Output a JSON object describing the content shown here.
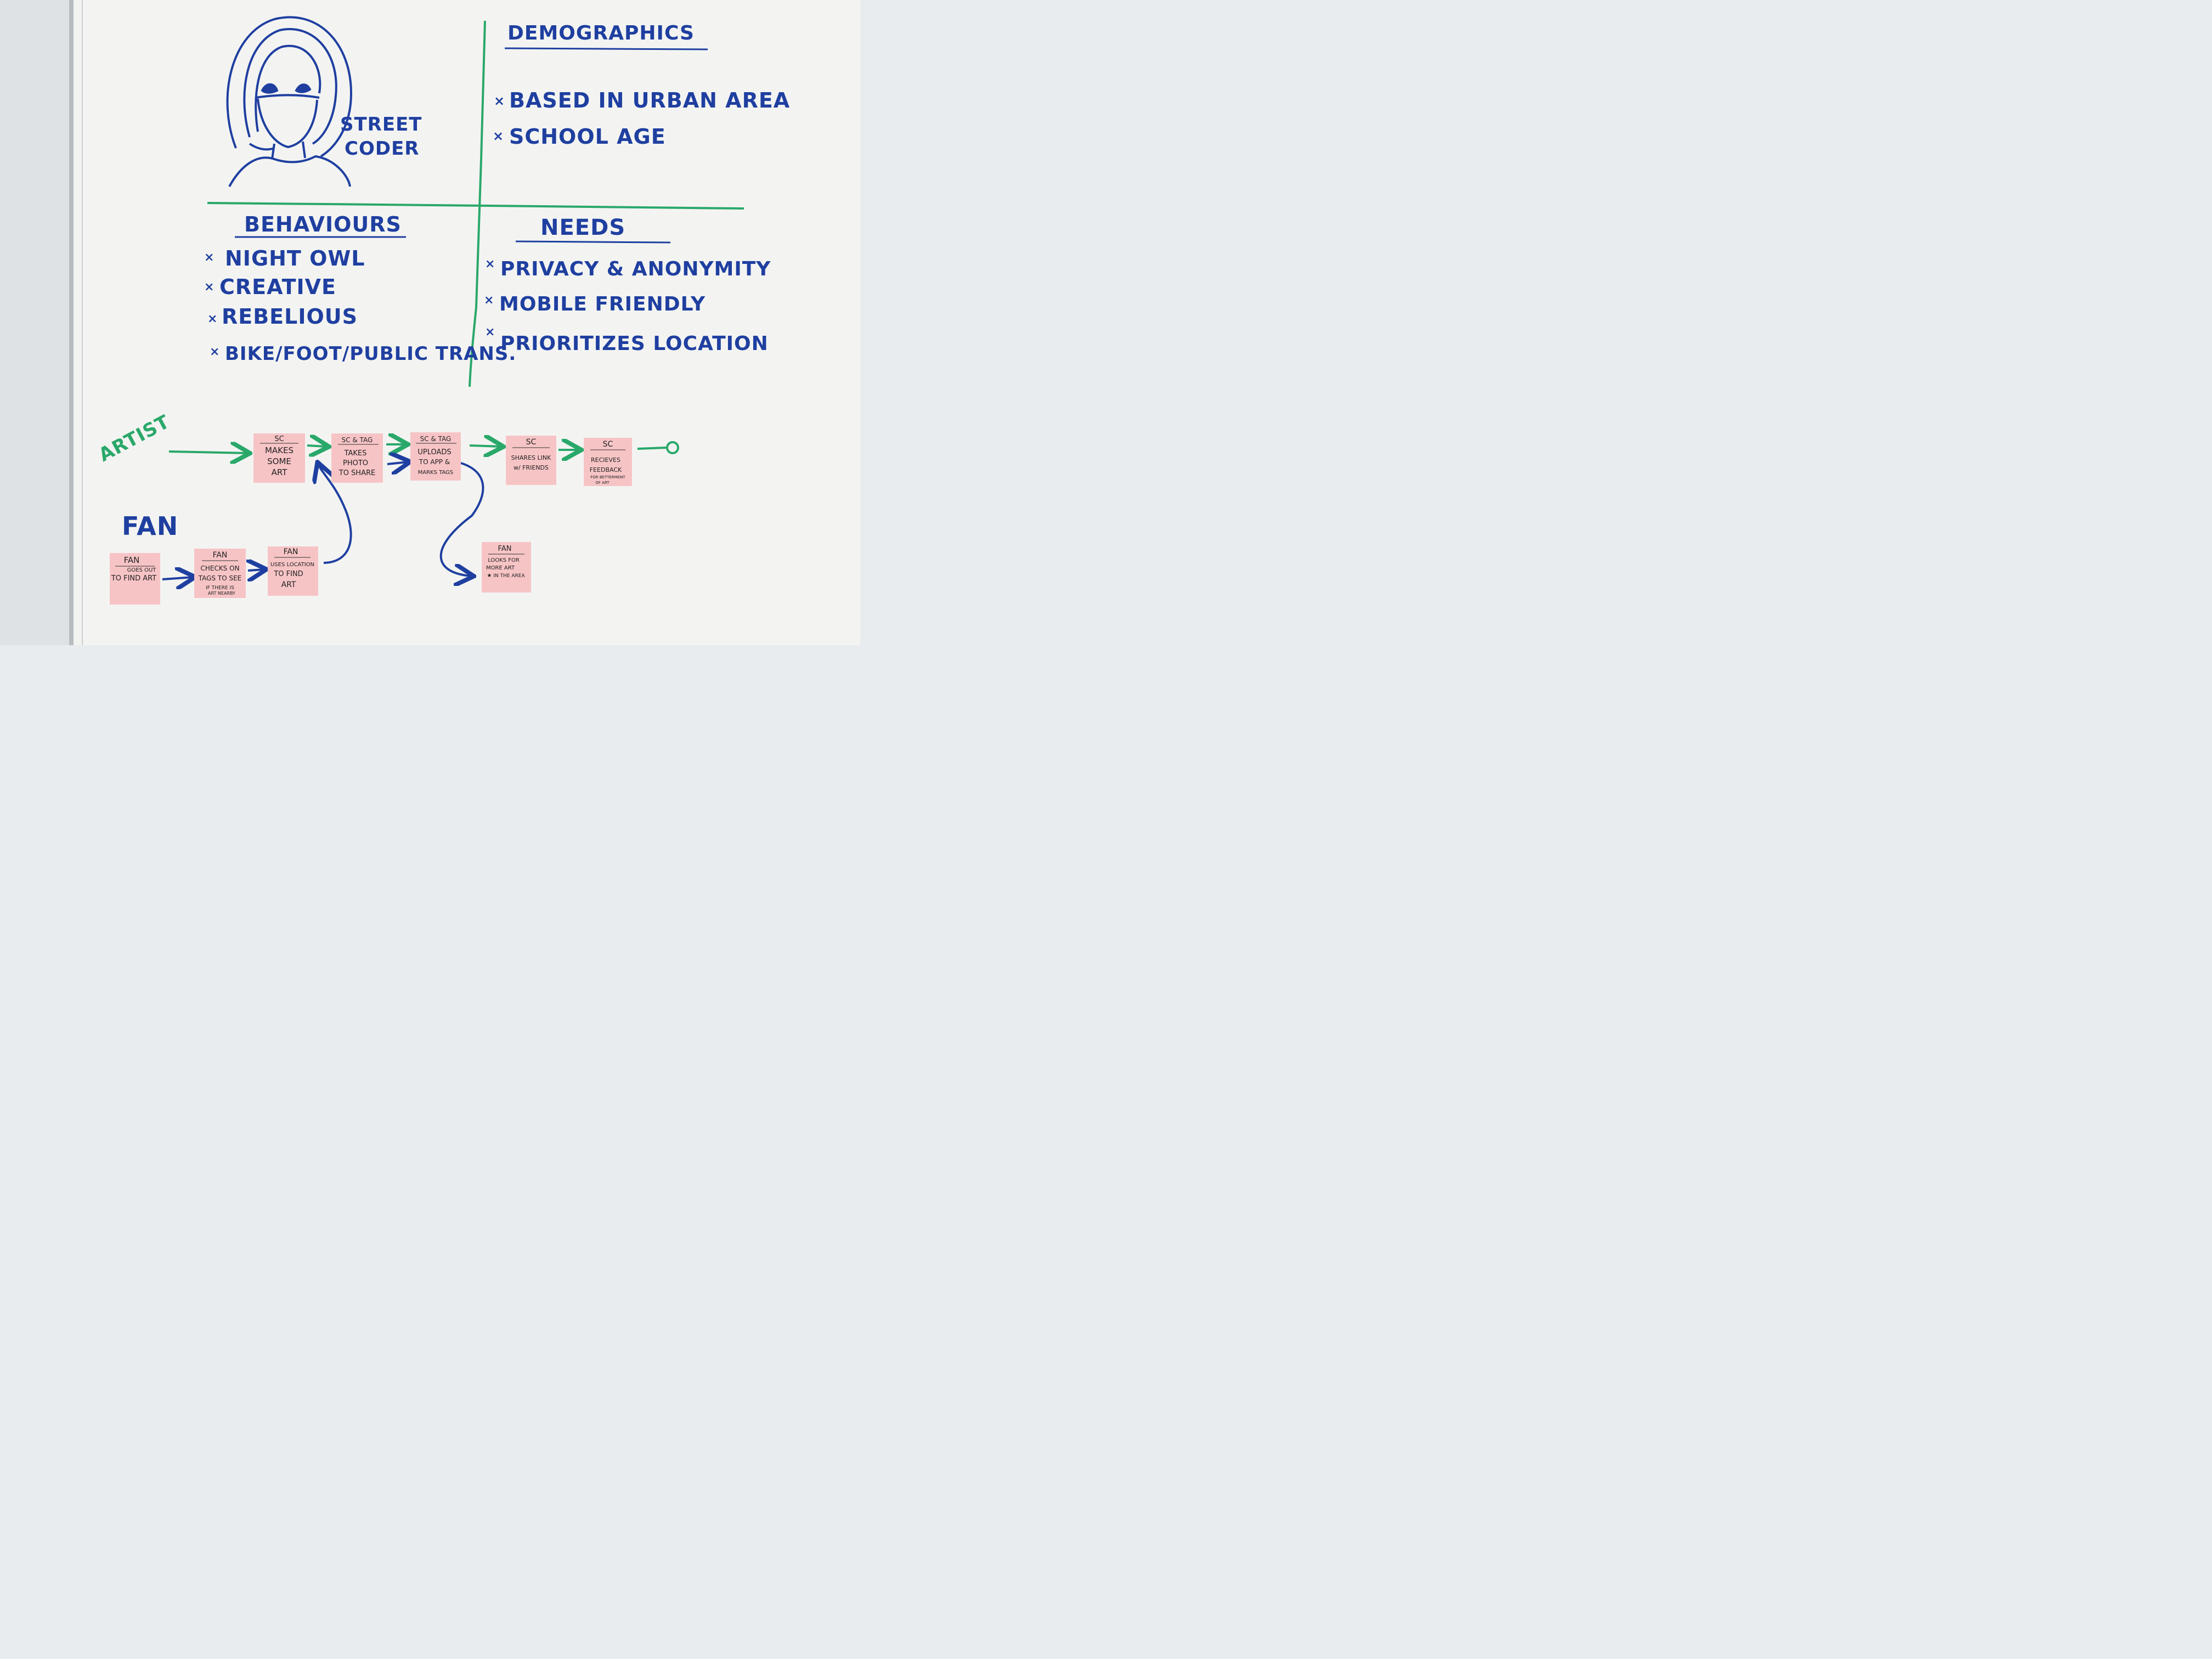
{
  "persona": {
    "name_line1": "STREET",
    "name_line2": "CODER"
  },
  "demographics": {
    "heading": "DEMOGRAPHICS",
    "items": [
      "BASED IN URBAN AREA",
      "SCHOOL AGE"
    ]
  },
  "behaviours": {
    "heading": "BEHAVIOURS",
    "items": [
      "NIGHT OWL",
      "CREATIVE",
      "REBELIOUS",
      "BIKE/FOOT/PUBLIC TRANS."
    ]
  },
  "needs": {
    "heading": "NEEDS",
    "items": [
      "PRIVACY & ANONYMITY",
      "MOBILE FRIENDLY",
      "PRIORITIZES LOCATION"
    ]
  },
  "journey": {
    "artist_label": "ARTIST",
    "fan_label": "FAN",
    "artist_notes": [
      {
        "header": "SC",
        "lines": [
          "MAKES",
          "SOME",
          "ART"
        ]
      },
      {
        "header": "SC & TAG",
        "lines": [
          "TAKES",
          "PHOTO",
          "TO SHARE"
        ]
      },
      {
        "header": "SC & TAG",
        "lines": [
          "UPLOADS",
          "TO APP &",
          "MARKS TAGS"
        ]
      },
      {
        "header": "SC",
        "lines": [
          "SHARES LINK",
          "w/ FRIENDS"
        ]
      },
      {
        "header": "SC",
        "lines": [
          "RECIEVES",
          "FEEDBACK",
          "FOR BETTERMENT",
          "OF ART"
        ]
      }
    ],
    "fan_notes": [
      {
        "header": "FAN",
        "lines": [
          "GOES OUT",
          "TO FIND ART"
        ]
      },
      {
        "header": "FAN",
        "lines": [
          "CHECKS ON",
          "TAGS TO SEE",
          "IF THERE IS",
          "ART NEARBY"
        ]
      },
      {
        "header": "FAN",
        "lines": [
          "USES LOCATION",
          "TO FIND",
          "ART"
        ]
      },
      {
        "header": "FAN",
        "lines": [
          "LOOKS FOR",
          "MORE ART",
          "IN THE AREA"
        ]
      }
    ]
  },
  "colors": {
    "board": "#f4f5f3",
    "blue_marker": "#1f3fa0",
    "green_marker": "#2aa86a",
    "sticky_note": "#f7c4c6"
  }
}
